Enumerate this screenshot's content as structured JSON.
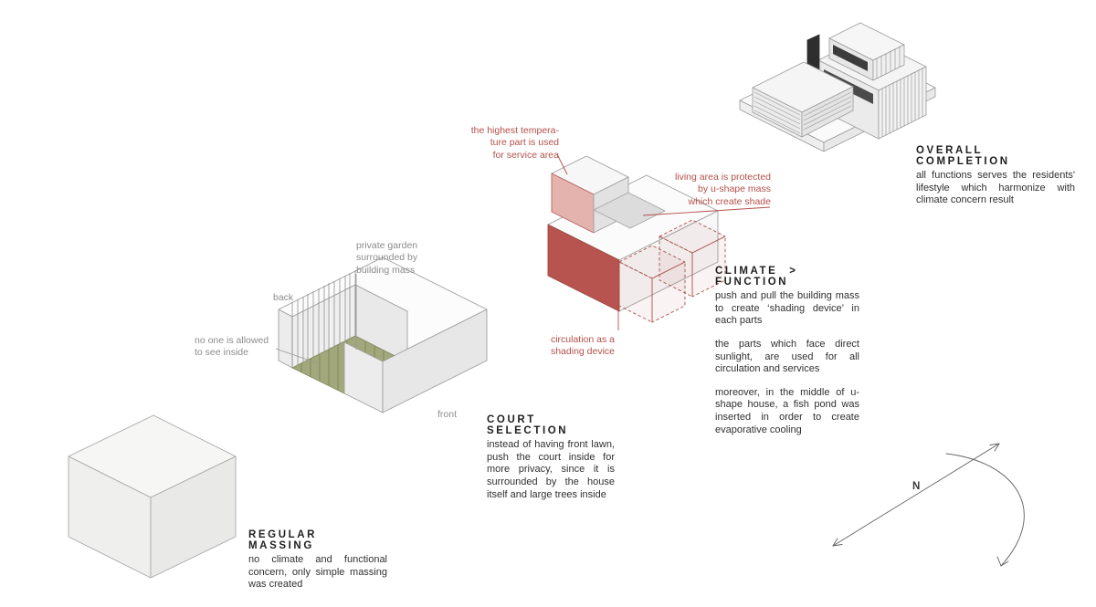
{
  "stages": {
    "regular_massing": {
      "title": "REGULAR MASSING",
      "body": "no climate and functional concern, only simple massing was created"
    },
    "court_selection": {
      "title": "COURT SELECTION",
      "body": "instead of having front lawn, push the court inside for more privacy, since it is surrounded by the house itself and large trees inside"
    },
    "climate_function": {
      "title": "CLIMATE > FUNCTION",
      "p1": "push and pull the building mass to create ‘shading device’ in each parts",
      "p2": "the parts which face direct sunlight, are used for all circulation and services",
      "p3": "moreover, in the middle of u-shape house, a fish pond was inserted in order to create evaporative cooling"
    },
    "overall_completion": {
      "title": "OVERALL COMPLETION",
      "body": "all functions serves the residents' lifestyle which harmonize with climate concern result"
    }
  },
  "annotations": {
    "highest_temp": {
      "lines": [
        "the highest tempera-",
        "ture part is used",
        "for service area"
      ]
    },
    "living_area": {
      "lines": [
        "living area is protected",
        "by u-shape mass",
        "which create shade"
      ]
    },
    "circulation": {
      "lines": [
        "circulation as a",
        "shading device"
      ]
    },
    "private_garden": {
      "lines": [
        "private garden",
        "surrounded by",
        "building mass"
      ]
    },
    "no_one": {
      "lines": [
        "no one is allowed",
        "to see inside"
      ]
    },
    "back": "back",
    "front": "front",
    "north": "N"
  },
  "colors": {
    "annotation_red": "#b4504a",
    "mass_red": "#b85450",
    "pink_face": "#e5b3ae",
    "garden_green": "#a2a87c",
    "text_gray": "#8c8c8c"
  }
}
